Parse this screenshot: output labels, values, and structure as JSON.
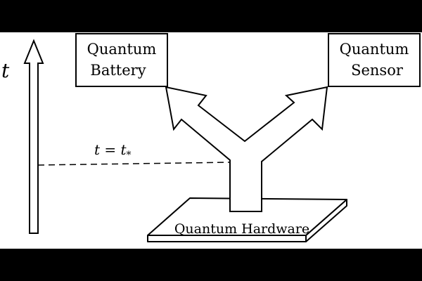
{
  "colors": {
    "background_bar": "#000000",
    "panel": "#ffffff",
    "stroke": "#000000"
  },
  "time_axis": {
    "label": "t",
    "arrow": "up-arrow-icon"
  },
  "marker": {
    "label_lhs": "t = t",
    "label_sub": "*"
  },
  "boxes": {
    "battery": {
      "line1": "Quantum",
      "line2": "Battery"
    },
    "sensor": {
      "line1": "Quantum",
      "line2": "Sensor"
    }
  },
  "hardware": {
    "label": "Quantum Hardware"
  },
  "fork": {
    "shape": "y-fork-arrow-icon"
  }
}
